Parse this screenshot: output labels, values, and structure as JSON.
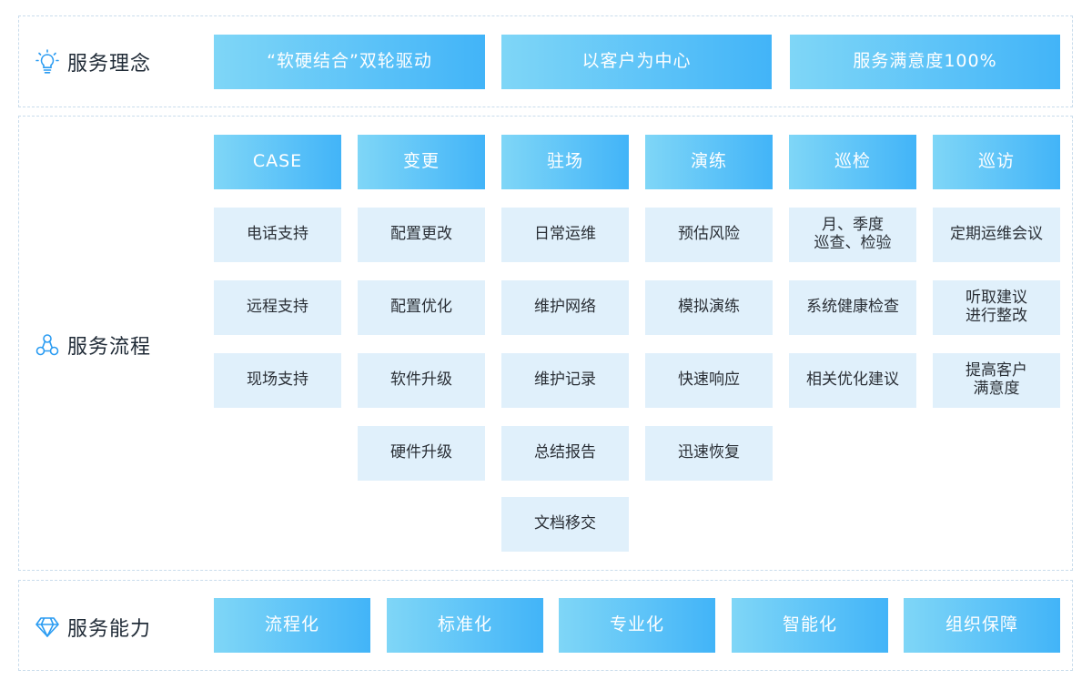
{
  "philosophy": {
    "title": "服务理念",
    "items": [
      "“软硬结合”双轮驱动",
      "以客户为中心",
      "服务满意度100%"
    ]
  },
  "process": {
    "title": "服务流程",
    "columns": [
      {
        "header": "CASE",
        "items": [
          "电话支持",
          "远程支持",
          "现场支持"
        ]
      },
      {
        "header": "变更",
        "items": [
          "配置更改",
          "配置优化",
          "软件升级",
          "硬件升级"
        ]
      },
      {
        "header": "驻场",
        "items": [
          "日常运维",
          "维护网络",
          "维护记录",
          "总结报告",
          "文档移交"
        ]
      },
      {
        "header": "演练",
        "items": [
          "预估风险",
          "模拟演练",
          "快速响应",
          "迅速恢复"
        ]
      },
      {
        "header": "巡检",
        "items": [
          "月、季度\n巡查、检验",
          "系统健康检查",
          "相关优化建议"
        ]
      },
      {
        "header": "巡访",
        "items": [
          "定期运维会议",
          "听取建议\n进行整改",
          "提高客户\n满意度"
        ]
      }
    ]
  },
  "capability": {
    "title": "服务能力",
    "items": [
      "流程化",
      "标准化",
      "专业化",
      "智能化",
      "组织保障"
    ]
  },
  "colors": {
    "header_gradient_start": "#7fd6f7",
    "header_gradient_end": "#42b4f8",
    "cell_bg": "#e0f0fb",
    "icon_blue": "#2b9cf2",
    "border": "#c9dcec"
  }
}
